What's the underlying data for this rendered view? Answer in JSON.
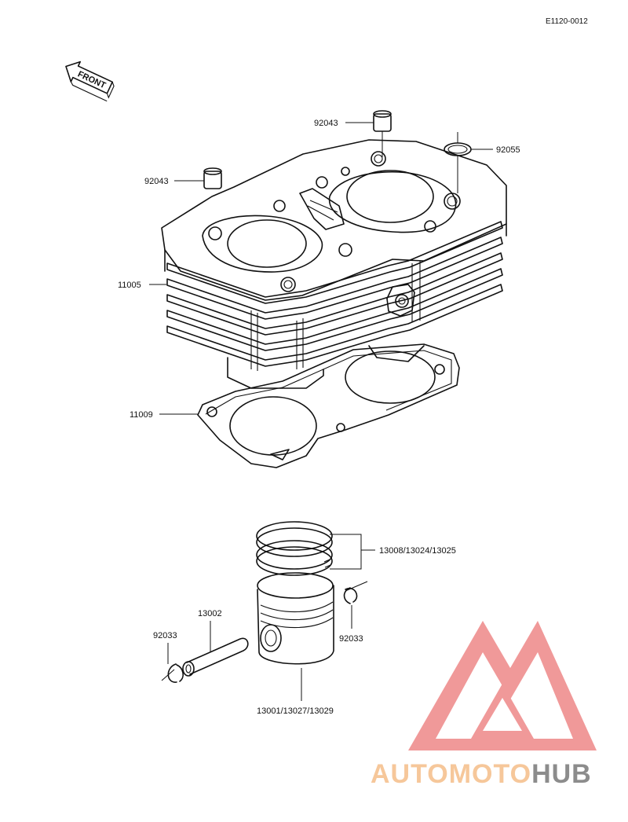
{
  "ref_code": "E1120-0012",
  "front_label": "FRONT",
  "parts": {
    "dowel_top": "92043",
    "dowel_left": "92043",
    "oring": "92055",
    "cylinder": "11005",
    "gasket": "11009",
    "rings": "13008/13024/13025",
    "pin": "13002",
    "clip_left": "92033",
    "clip_right": "92033",
    "piston": "13001/13027/13029"
  },
  "watermark": {
    "part1": "AUTOMOTO",
    "part2": "HUB",
    "color1": "#f6c79a",
    "color2": "#8c8c8c",
    "logo_color": "#ef8f8f"
  }
}
